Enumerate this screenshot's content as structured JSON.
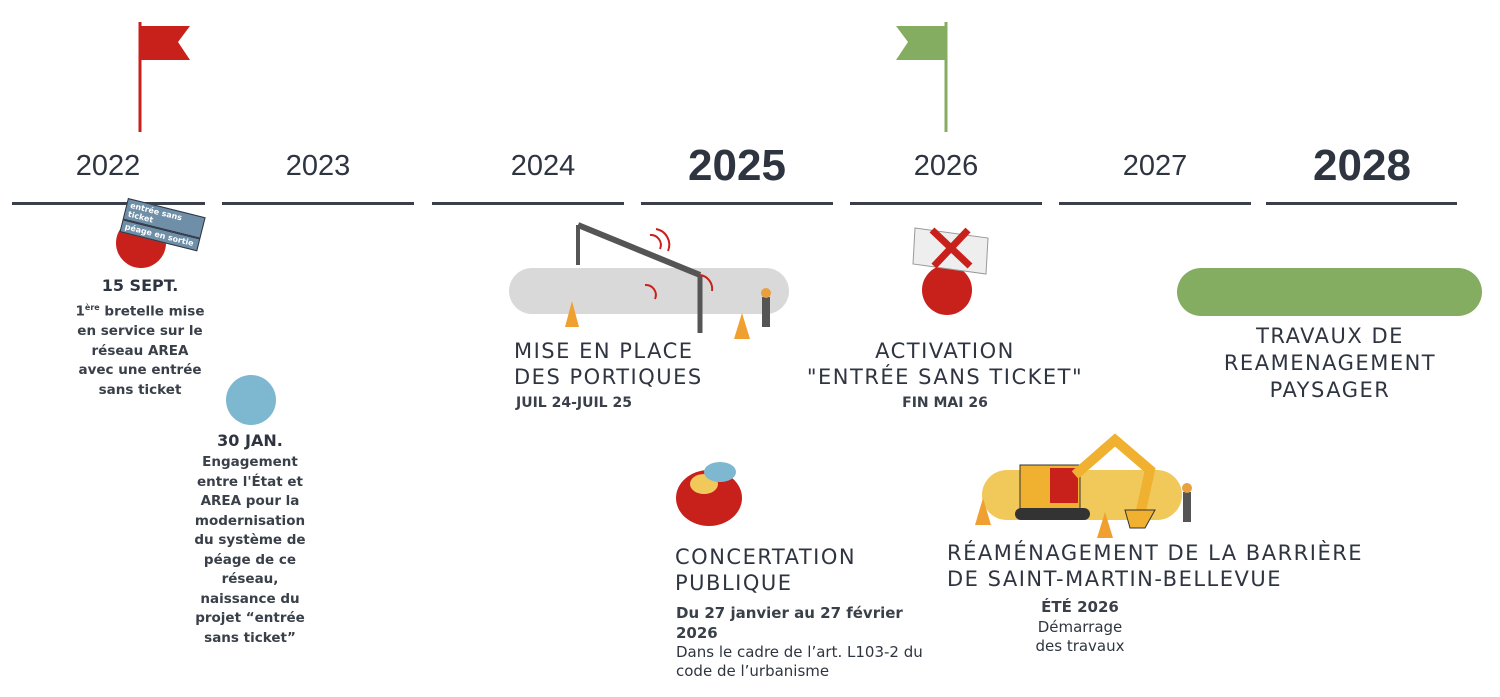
{
  "colors": {
    "red": "#c8201a",
    "blue": "#7db7d0",
    "green": "#84ad62",
    "gray": "#d9d9d9",
    "yellow": "#f0c95a",
    "text": "#2f3540"
  },
  "years": [
    "2022",
    "2023",
    "2024",
    "2025",
    "2026",
    "2027",
    "2028"
  ],
  "events": {
    "sept15": {
      "sign_line1": "entrée sans ticket",
      "sign_line2": "péage en sortie",
      "date": "15 SEPT.",
      "desc_sup": "ère",
      "desc_pre": "1",
      "desc": "bretelle mise en service sur le réseau AREA avec une entrée sans ticket"
    },
    "jan30": {
      "date": "30 JAN.",
      "desc": "Engagement entre l'État et AREA pour la modernisation du système de péage de ce réseau, naissance du projet “entrée sans ticket”"
    },
    "portiques": {
      "title_line1": "MISE EN PLACE",
      "title_line2": "DES PORTIQUES",
      "date": "JUIL 24-JUIL 25"
    },
    "concertation": {
      "title_line1": "CONCERTATION",
      "title_line2": "PUBLIQUE",
      "date": "Du 27 janvier au 27 février 2026",
      "desc": "Dans le cadre de l’art.  L103-2 du code de l’urbanisme"
    },
    "activation": {
      "title_line1": "ACTIVATION",
      "title_line2": "\"ENTRÉE SANS TICKET\"",
      "date": "FIN MAI 26"
    },
    "reamenagement": {
      "title_line1": "RÉAMÉNAGEMENT DE LA BARRIÈRE",
      "title_line2": "DE SAINT-MARTIN-BELLEVUE",
      "date": "ÉTÉ 2026",
      "desc": "Démarrage des travaux"
    },
    "paysager": {
      "title_line1": "TRAVAUX DE",
      "title_line2": "REAMENAGEMENT",
      "title_line3": "PAYSAGER"
    }
  }
}
